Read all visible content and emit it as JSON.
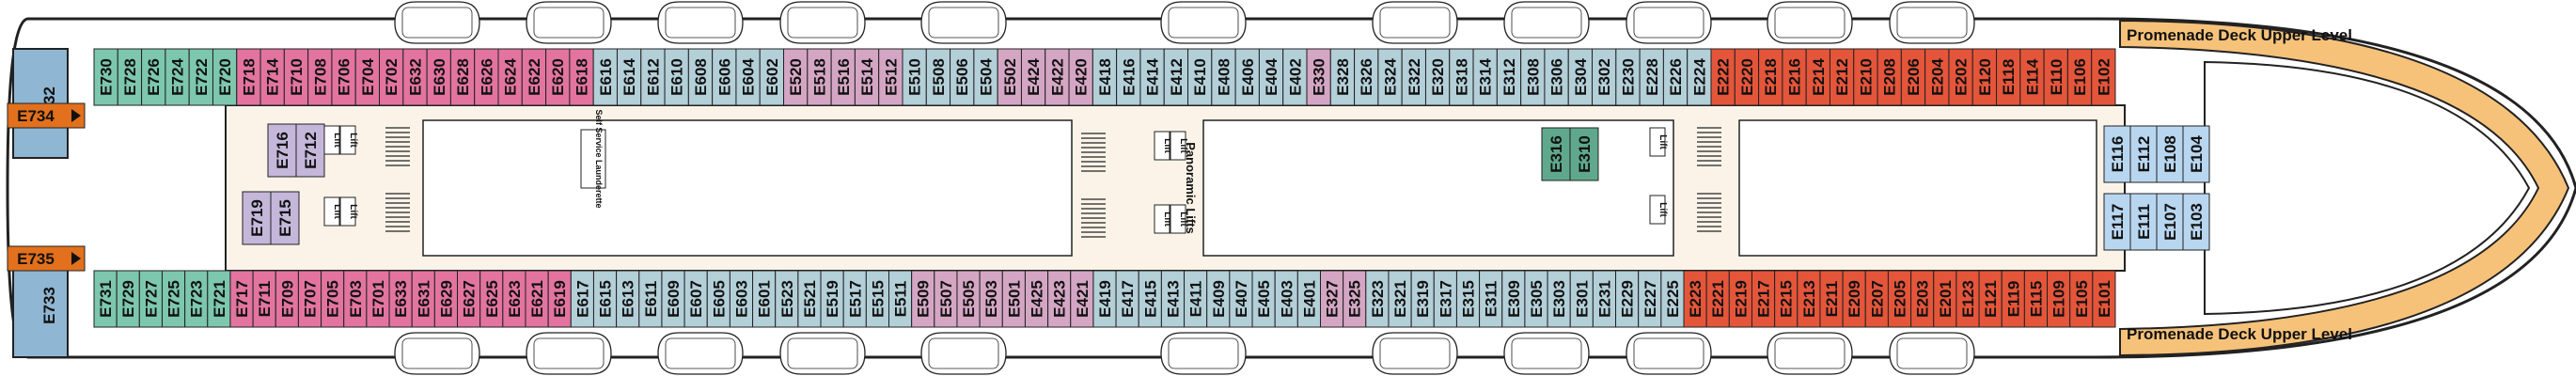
{
  "title_upper": "Promenade Deck Upper Level",
  "title_lower": "Promenade Deck Upper Level",
  "labels": {
    "lift": "Lift",
    "panoramic_lifts": "Panoramic Lifts",
    "self_service_launderette": "Self Service Launderette"
  },
  "colors": {
    "hull": "#ffffff",
    "deck_wood": "#f6c27a",
    "corridor": "#fbf3e8",
    "teal": "#7cc7ad",
    "pink": "#e2749f",
    "mauve": "#d4a6c4",
    "grey_blue": "#b3cfd8",
    "light_blue": "#b8d6ef",
    "red_orange": "#e4553a",
    "dark_teal": "#5fa88d",
    "lavender": "#c4b7da",
    "side_blue": "#8fb6d2",
    "orange_tab": "#e2701c",
    "dot": "#c01030"
  },
  "cabins": {
    "top": {
      "teal": [
        "E730",
        "E728",
        "E726",
        "E724",
        "E722",
        "E720"
      ],
      "pink": [
        "E718",
        "E714",
        "E710",
        "E708",
        "E706",
        "E704",
        "E702",
        "E632",
        "E630",
        "E628",
        "E626",
        "E624",
        "E622",
        "E620",
        "E618"
      ],
      "grey1": [
        "E616",
        "E614",
        "E612",
        "E610",
        "E608",
        "E606",
        "E604",
        "E602"
      ],
      "mauve": [
        "E520",
        "E518",
        "E516",
        "E514",
        "E512"
      ],
      "grey2": [
        "E510",
        "E508",
        "E506",
        "E504"
      ],
      "mauve2": [
        "E502",
        "E424",
        "E422",
        "E420"
      ],
      "grey3": [
        "E418",
        "E416"
      ],
      "grey4": [
        "E414",
        "E412",
        "E410",
        "E408",
        "E406",
        "E404",
        "E402"
      ],
      "mauve3": [
        "E330"
      ],
      "grey5": [
        "E328",
        "E326",
        "E324",
        "E322",
        "E320",
        "E318",
        "E314",
        "E312",
        "E308",
        "E306"
      ],
      "grey6": [
        "E304",
        "E302"
      ],
      "grey7": [
        "E230",
        "E228",
        "E226",
        "E224"
      ],
      "red": [
        "E222",
        "E220",
        "E218",
        "E216",
        "E214",
        "E212",
        "E210",
        "E208",
        "E206",
        "E204",
        "E202",
        "E120",
        "E118",
        "E114",
        "E110",
        "E106",
        "E102"
      ]
    },
    "bottom": {
      "teal": [
        "E731",
        "E729",
        "E727",
        "E725",
        "E723",
        "E721"
      ],
      "pink": [
        "E717",
        "E711",
        "E709",
        "E707",
        "E705",
        "E703",
        "E701",
        "E633",
        "E631",
        "E629",
        "E627",
        "E625",
        "E623",
        "E621",
        "E619"
      ],
      "grey1": [
        "E617",
        "E615",
        "E613",
        "E611",
        "E609",
        "E607",
        "E605",
        "E603",
        "E601",
        "E523",
        "E521",
        "E519",
        "E517",
        "E515",
        "E511"
      ],
      "mauve": [
        "E509",
        "E507",
        "E505",
        "E503",
        "E501",
        "E425",
        "E423",
        "E421"
      ],
      "grey3": [
        "E419",
        "E417"
      ],
      "grey4": [
        "E415",
        "E413",
        "E411",
        "E409",
        "E407",
        "E405",
        "E403",
        "E401"
      ],
      "mauve3": [
        "E327",
        "E325"
      ],
      "grey5": [
        "E323",
        "E321",
        "E319",
        "E317",
        "E315",
        "E311",
        "E309",
        "E305",
        "E303",
        "E301"
      ],
      "grey7": [
        "E231",
        "E229",
        "E227",
        "E225"
      ],
      "red": [
        "E223",
        "E221",
        "E219",
        "E217",
        "E215",
        "E213",
        "E211",
        "E209",
        "E207",
        "E205",
        "E203",
        "E201",
        "E123",
        "E121",
        "E119",
        "E115",
        "E109",
        "E105",
        "E101"
      ]
    },
    "inner_mid": {
      "lavender_a": [
        "E716",
        "E712"
      ],
      "lavender_b": [
        "E719",
        "E715"
      ],
      "dark_teal": [
        "E316",
        "E310"
      ],
      "light_blue_top": [
        "E116",
        "E112",
        "E108",
        "E104"
      ],
      "light_blue_bot": [
        "E117",
        "E111",
        "E107",
        "E103"
      ]
    },
    "end": {
      "top_box": "E732",
      "bottom_box": "E733",
      "top_tab": "E734",
      "bottom_tab": "E735"
    }
  }
}
